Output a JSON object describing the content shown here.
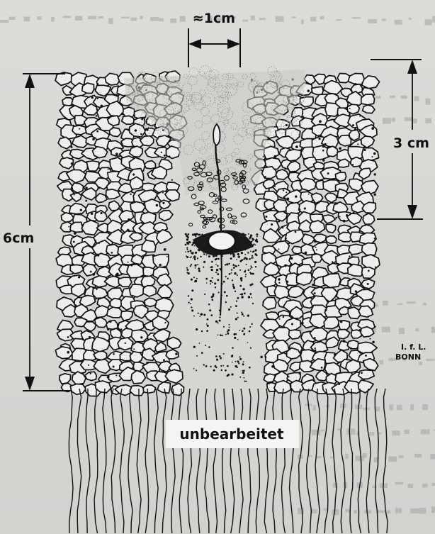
{
  "labels": {
    "top_width": "≈1cm",
    "total_depth": "6cm",
    "furrow_depth": "3 cm",
    "bottom_zone": "unbearbeitet",
    "credit_line1": "I. f. L.",
    "credit_line2": "BONN"
  },
  "colors": {
    "background": "#d7d7d4",
    "ink": "#111111",
    "clod_fill": "#ededeb",
    "light_soil": "#c9c9c5",
    "bg_text": "#9e9e9b"
  },
  "legend_icons": [
    "seed-icon",
    "clod-icon",
    "root-line-icon"
  ]
}
